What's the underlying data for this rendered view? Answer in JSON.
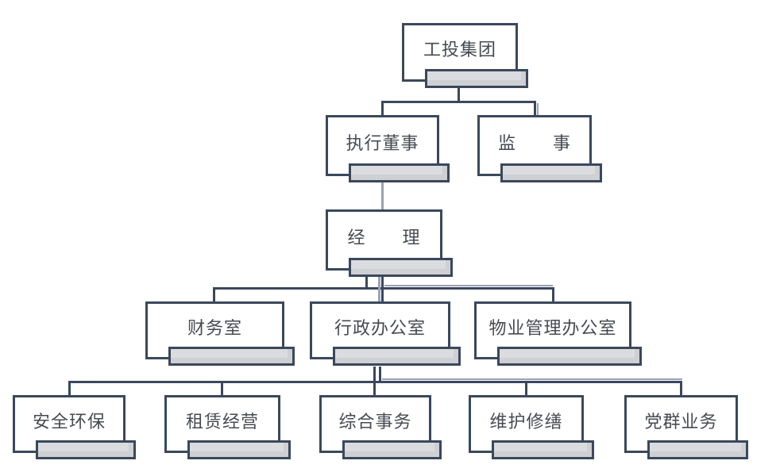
{
  "diagram": {
    "type": "org-chart"
  },
  "colors": {
    "background": "#ffffff",
    "box_fill": "#ffffff",
    "line": "#3b485c",
    "line_light": "#9aa3b4",
    "shadow_fill": "#dbdcdf",
    "shadow_inner": "#cfd0d4",
    "text": "#474b52"
  },
  "nodes": {
    "group": {
      "label": "工投集团"
    },
    "executive_director": {
      "label": "执行董事"
    },
    "supervisor": {
      "label": "监　　事"
    },
    "manager": {
      "label": "经　　理"
    },
    "finance_office": {
      "label": "财务室"
    },
    "admin_office": {
      "label": "行政办公室"
    },
    "property_office": {
      "label": "物业管理办公室"
    },
    "safety_env": {
      "label": "安全环保"
    },
    "leasing": {
      "label": "租赁经营"
    },
    "general_affairs": {
      "label": "综合事务"
    },
    "maintenance": {
      "label": "维护修缮"
    },
    "party_mass": {
      "label": "党群业务"
    }
  },
  "edges": [
    {
      "from": "工投集团",
      "to": "执行董事"
    },
    {
      "from": "工投集团",
      "to": "监事"
    },
    {
      "from": "执行董事",
      "to": "经理"
    },
    {
      "from": "经理",
      "to": "财务室"
    },
    {
      "from": "经理",
      "to": "行政办公室"
    },
    {
      "from": "经理",
      "to": "物业管理办公室"
    },
    {
      "from": "行政办公室",
      "to": "安全环保"
    },
    {
      "from": "行政办公室",
      "to": "租赁经营"
    },
    {
      "from": "行政办公室",
      "to": "综合事务"
    },
    {
      "from": "行政办公室",
      "to": "维护修缮"
    },
    {
      "from": "行政办公室",
      "to": "党群业务"
    }
  ]
}
